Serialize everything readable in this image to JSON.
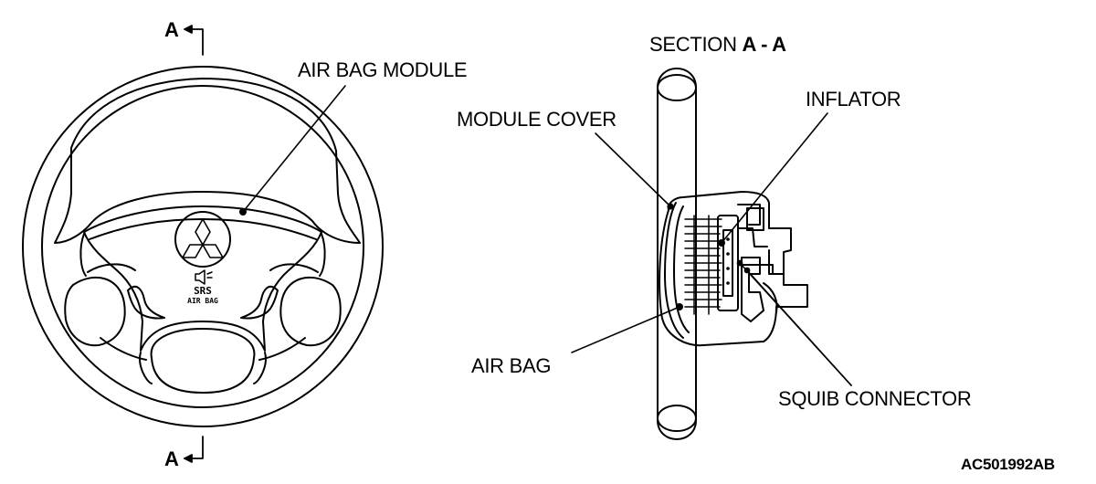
{
  "figure": {
    "section_prefix": "SECTION",
    "section_letters": "A - A",
    "arrow_top": "A",
    "arrow_bottom": "A",
    "labels": {
      "air_bag_module": "AIR BAG MODULE",
      "module_cover": "MODULE COVER",
      "inflator": "INFLATOR",
      "air_bag": "AIR BAG",
      "squib_connector": "SQUIB CONNECTOR"
    },
    "emblem_text": "SRS AIR BAG",
    "figure_code": "AC501992AB"
  },
  "colors": {
    "line": "#000000",
    "background": "#ffffff"
  }
}
